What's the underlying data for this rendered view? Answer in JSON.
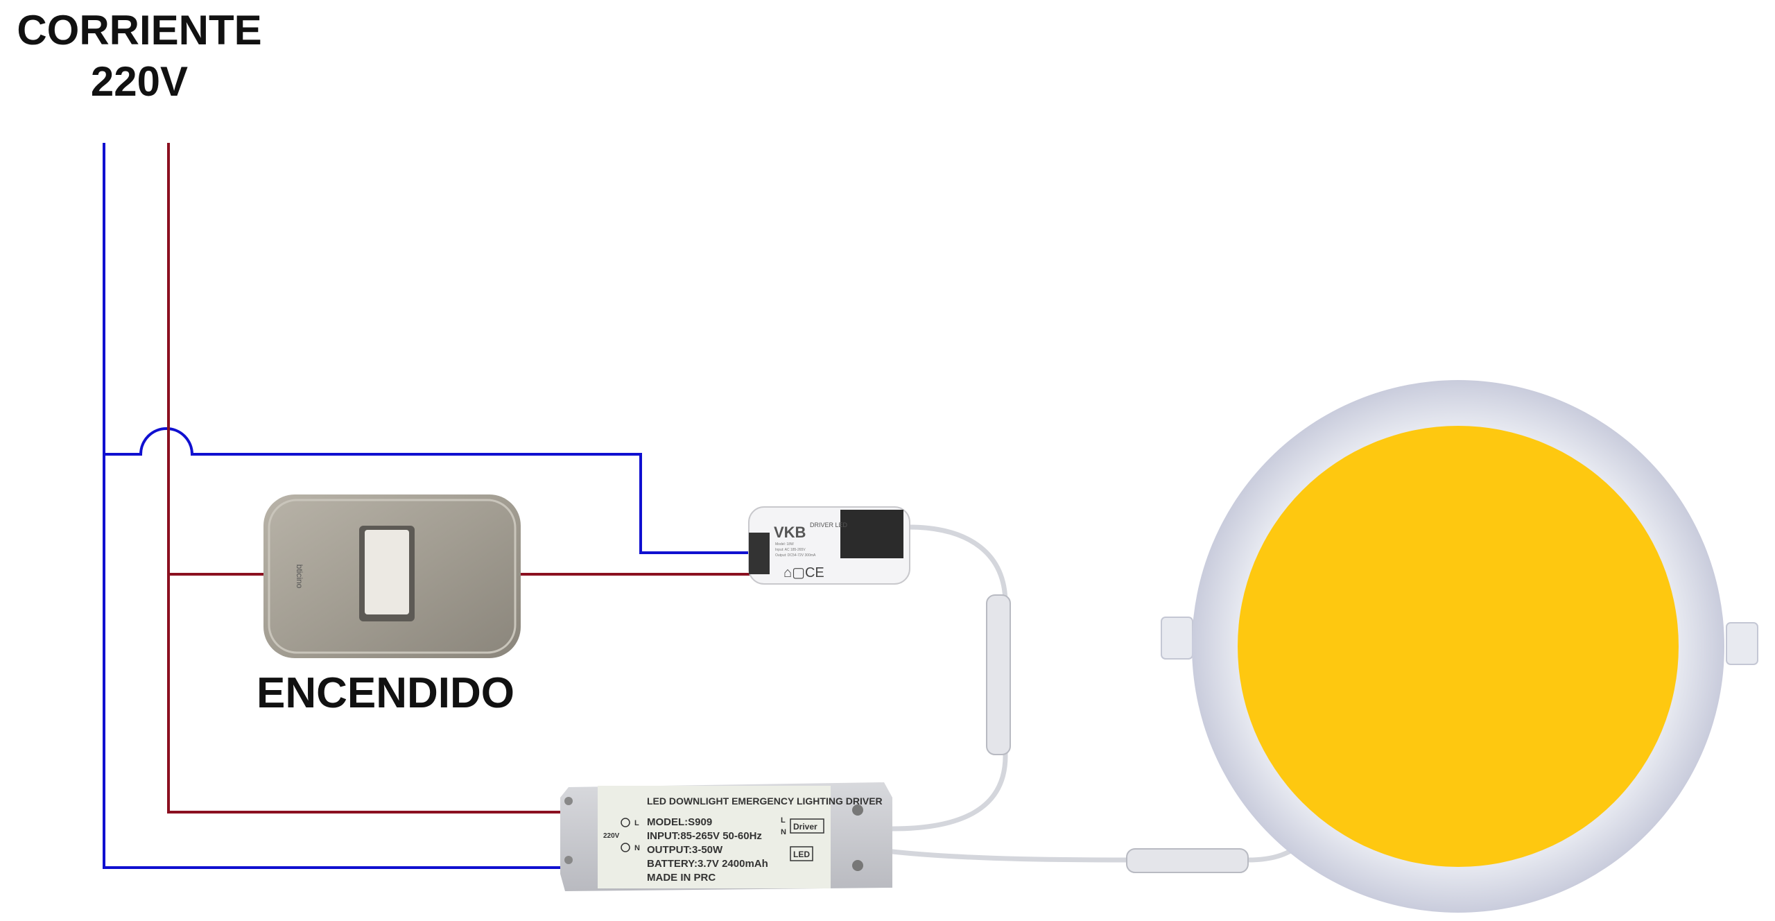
{
  "title": {
    "line1": "CORRIENTE",
    "line2": "220V"
  },
  "switch": {
    "label": "ENCENDIDO",
    "brand": "bticino"
  },
  "led_driver": {
    "brand": "VKB",
    "name": "DRIVER LED",
    "model": "Model: 18W",
    "input": "Input: AC 185-265V",
    "output": "Output: DC54-72V 300mA"
  },
  "emergency_driver": {
    "title": "LED DOWNLIGHT EMERGENCY LIGHTING DRIVER",
    "model": "MODEL:S909",
    "input": "INPUT:85-265V 50-60Hz",
    "output": "OUTPUT:3-50W",
    "battery": "BATTERY:3.7V 2400mAh",
    "made_in": "MADE IN PRC",
    "terminal_l": "L",
    "terminal_n": "N",
    "voltage": "220V",
    "diagram_driver": "Driver",
    "diagram_led": "LED",
    "diagram_l": "L",
    "diagram_n": "N"
  },
  "colors": {
    "neutral_wire": "#1010D0",
    "phase_wire": "#8B1020",
    "led_light": "#FEC810",
    "panel_ring": "#E4E6EE"
  }
}
